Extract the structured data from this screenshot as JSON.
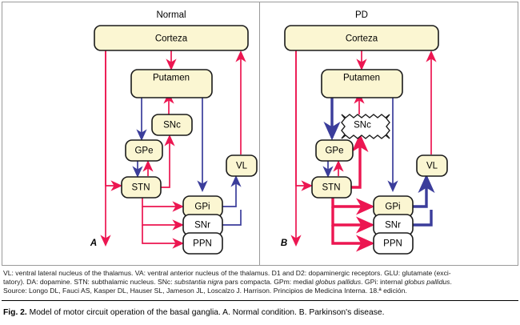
{
  "figure": {
    "number_label": "Fig. 2.",
    "caption": "Model of motor circuit operation of the basal ganglia. A. Normal condition. B. Parkinson's disease."
  },
  "panels": [
    {
      "id": "normal",
      "title": "Normal",
      "letter": "A",
      "nodes": [
        {
          "key": "corteza",
          "label": "Corteza"
        },
        {
          "key": "putamen",
          "label": "Putamen"
        },
        {
          "key": "snc",
          "label": "SNc"
        },
        {
          "key": "gpe",
          "label": "GPe"
        },
        {
          "key": "stn",
          "label": "STN"
        },
        {
          "key": "vl",
          "label": "VL"
        },
        {
          "key": "gpi",
          "label": "GPi"
        },
        {
          "key": "snr",
          "label": "SNr"
        },
        {
          "key": "ppn",
          "label": "PPN"
        }
      ]
    },
    {
      "id": "pd",
      "title": "PD",
      "letter": "B",
      "nodes": [
        {
          "key": "corteza",
          "label": "Corteza"
        },
        {
          "key": "putamen",
          "label": "Putamen"
        },
        {
          "key": "snc",
          "label": "SNc"
        },
        {
          "key": "gpe",
          "label": "GPe"
        },
        {
          "key": "stn",
          "label": "STN"
        },
        {
          "key": "vl",
          "label": "VL"
        },
        {
          "key": "gpi",
          "label": "GPi"
        },
        {
          "key": "snr",
          "label": "SNr"
        },
        {
          "key": "ppn",
          "label": "PPN"
        }
      ]
    }
  ],
  "colors": {
    "excitatory": "#EC1651",
    "inhibitory": "#3B3D9B",
    "box_cream": "#FBF6D2",
    "box_white": "#FFFFFF",
    "box_border": "#1A1A1A"
  },
  "legend": {
    "line1_a": "VL: ventral lateral nucleus of the thalamus. VA: ventral anterior nucleus of the thalamus. D1 and D2: dopaminergic receptors. GLU: glutamate (exci-",
    "line2_a": "tatory). DA: dopamine. STN: subthalamic nucleus. SNc: ",
    "line2_italic1": "substantia nigra",
    "line2_b": " pars compacta. GPm: medial ",
    "line2_italic2": "globus pallidus",
    "line2_c": ". GPi: internal ",
    "line2_italic3": "globus pallidus",
    "line2_d": ".",
    "line3_a": "Source: Longo DL, Fauci AS, Kasper DL, Hauser SL, Jameson JL, Loscalzo J. Harrison. Principios de Medicina Interna. 18.ª edición."
  }
}
